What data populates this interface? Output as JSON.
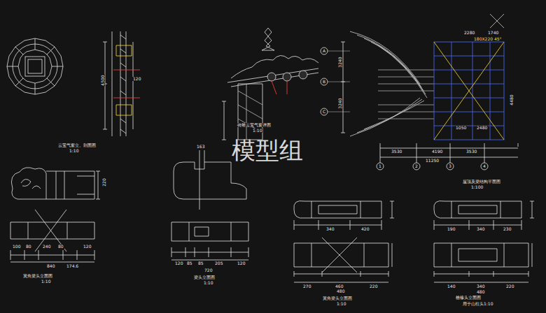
{
  "diagram": {
    "labels": [
      "模型组",
      "云宝气窗立、剖面图",
      "1:10",
      "4500",
      "120",
      "砖雕云宝气窗详图",
      "1:10",
      "屋顶及梁结构平面图",
      "1:100",
      "2280",
      "1740",
      "180X220 45°",
      "3240",
      "3240",
      "1050",
      "2480",
      "4480",
      "3530",
      "4190",
      "3530",
      "11250",
      "A",
      "B",
      "C",
      "1",
      "2",
      "3",
      "4",
      "220",
      "100",
      "80",
      "240",
      "80",
      "174.6",
      "120",
      "840",
      "翼角梁头立面图",
      "1:10",
      "163",
      "120",
      "85",
      "85",
      "205",
      "120",
      "720",
      "梁头立面图",
      "1:10",
      "340",
      "420",
      "270",
      "460",
      "220",
      "480",
      "翼角梁头立面图",
      "1:10",
      "190",
      "340",
      "230",
      "140",
      "340",
      "220",
      "480",
      "檐椽头立面图",
      "用于山柱头1:10"
    ]
  }
}
